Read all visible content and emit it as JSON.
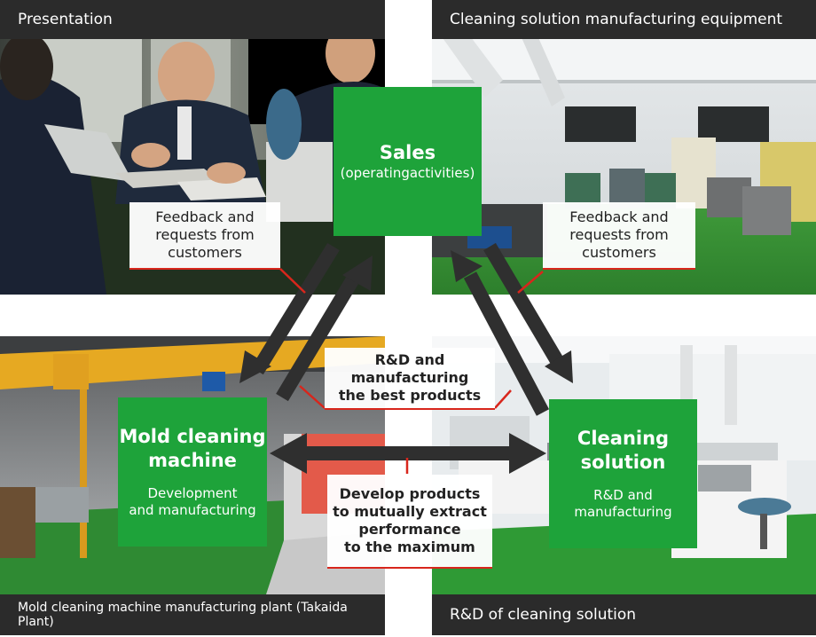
{
  "captions": {
    "presentation": "Presentation",
    "equipment": "Cleaning solution manufacturing equipment",
    "plant": "Mold cleaning machine manufacturing plant (Takaida Plant)",
    "rnd": "R&D of cleaning solution"
  },
  "nodes": {
    "sales": {
      "title": "Sales",
      "subtitle": "(operatingactivities)"
    },
    "mold": {
      "title_lines": [
        "Mold cleaning",
        "machine"
      ],
      "subtitle_lines": [
        "Development",
        "and manufacturing"
      ]
    },
    "solution": {
      "title_lines": [
        "Cleaning",
        "solution"
      ],
      "subtitle_lines": [
        "R&D and",
        "manufacturing"
      ]
    }
  },
  "labels": {
    "feedback_left": [
      "Feedback and",
      "requests from",
      "customers"
    ],
    "feedback_right": [
      "Feedback and",
      "requests from",
      "customers"
    ],
    "rnd_best": [
      "R&D and",
      "manufacturing",
      "the best products"
    ],
    "develop": [
      "Develop products",
      "to mutually extract",
      "performance",
      "to the maximum"
    ]
  },
  "colors": {
    "node_green": "#1ea33a",
    "caption_bg": "#2b2b2b",
    "arrow": "#2f2f2f",
    "accent_red": "#d8261c"
  }
}
